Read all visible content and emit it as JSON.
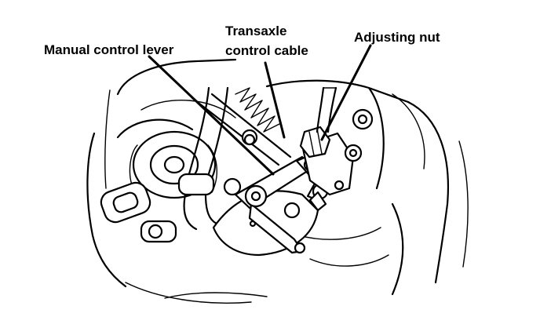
{
  "callouts": {
    "manual_control_lever": "Manual control lever",
    "transaxle_line1": "Transaxle",
    "transaxle_line2": "control cable",
    "adjusting_nut": "Adjusting nut"
  },
  "colors": {
    "ink": "#000000",
    "paper": "#ffffff"
  }
}
